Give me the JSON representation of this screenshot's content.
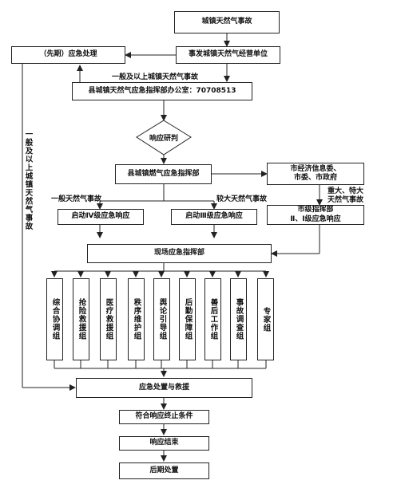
{
  "boxes": {
    "incident": "城镇天然气事故",
    "operator": "事发城镇天然气经营单位",
    "initial": "（先期）应急处理",
    "county_office": "县城镇天然气应急指挥部办公室：70708513",
    "decision": "响应研判",
    "county_hq": "县城镇燃气应急指挥部",
    "city_gov": "市经济信息委、\n市委、市政府",
    "level4": "启动Ⅳ级应急响应",
    "level3": "启动Ⅲ级应急响应",
    "city_hq": "市级指挥部\nⅡ、Ⅰ级应急响应",
    "site_hq": "现场应急指挥部",
    "disposal": "应急处置与救援",
    "end_condition": "符合响应终止条件",
    "end": "响应结束",
    "aftermath": "后期处置"
  },
  "groups": [
    "综合协调组",
    "抢险救援组",
    "医疗救援组",
    "秩序维护组",
    "舆论引导组",
    "后勤保障组",
    "善后工作组",
    "事故调查组",
    "专家组"
  ],
  "labels": {
    "general_above": "一般及以上城镇天然气事故",
    "general": "一般天然气事故",
    "larger": "较大天然气事故",
    "major": "重大、特大\n天然气事故",
    "left_vertical": "一般及以上城镇天然气事故"
  }
}
